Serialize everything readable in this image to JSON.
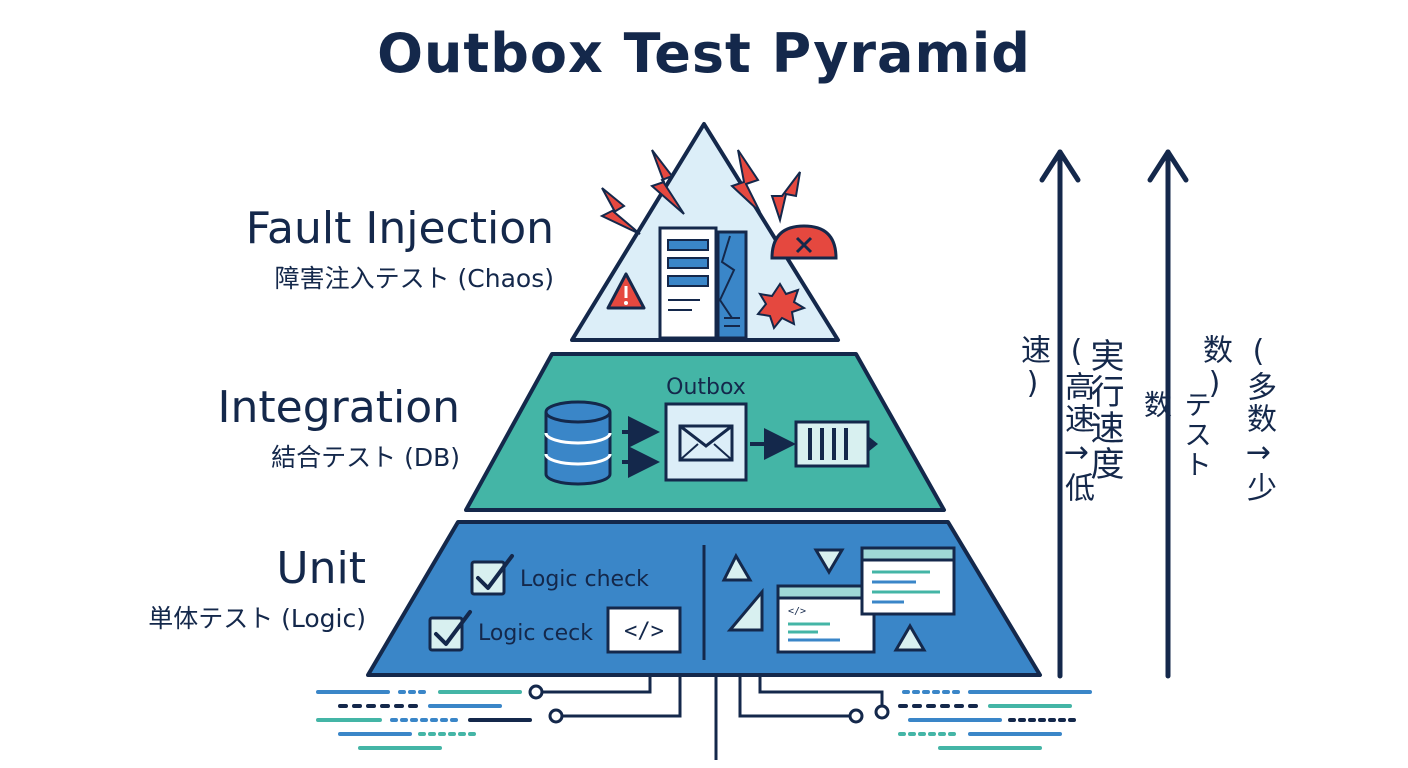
{
  "title": "Outbox Test Pyramid",
  "layers": {
    "fault": {
      "en": "Fault Injection",
      "ja": "障害注入テスト (Chaos)"
    },
    "integration": {
      "en": "Integration",
      "ja": "結合テスト (DB)",
      "outbox_label": "Outbox"
    },
    "unit": {
      "en": "Unit",
      "ja": "単体テスト (Logic)",
      "check1": "Logic check",
      "check2": "Logic ceck",
      "code_tag": "</>"
    }
  },
  "axes": {
    "speed_range": "(高速→低速)",
    "speed_title": "実行速度",
    "count_title": "テスト数",
    "count_range": "(多数→少数)"
  },
  "colors": {
    "navy": "#14284b",
    "unit_blue": "#3a86c8",
    "integration_teal": "#44b5a6",
    "fault_pale": "#dceef8",
    "alert_red": "#e5483f"
  }
}
